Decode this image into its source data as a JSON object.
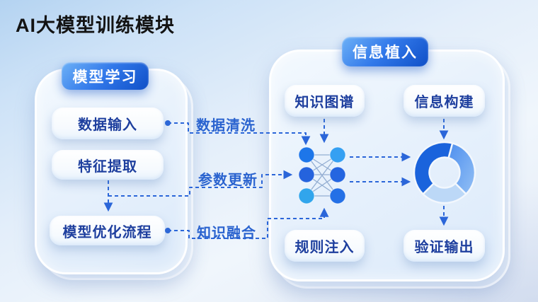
{
  "title": "AI大模型训练模块",
  "left_panel": {
    "header": "模型学习",
    "boxes": [
      "数据输入",
      "特征提取",
      "模型优化流程"
    ]
  },
  "right_panel": {
    "header": "信息植入",
    "top_boxes": [
      "知识图谱",
      "信息构建"
    ],
    "bottom_boxes": [
      "规则注入",
      "验证输出"
    ]
  },
  "flow_labels": [
    "数据清洗",
    "参数更新",
    "知识融合"
  ],
  "colors": {
    "connector": "#2b66d9",
    "label_text": "#2a63cf",
    "box_text": "#1e3f9e",
    "header_gradient_start": "#5aa7f6",
    "header_gradient_end": "#1253cb",
    "nn_link": "#93aed2"
  },
  "neural_network": {
    "left_node_colors": [
      "#1d76e9",
      "#2563dd",
      "#31a5ec"
    ],
    "right_node_colors": [
      "#35a0f2",
      "#2465e0",
      "#2470e6"
    ]
  },
  "chart_data": {
    "type": "pie",
    "variant": "donut",
    "title": "",
    "legend": false,
    "start_angle_deg": 15,
    "segments": [
      {
        "name": "segment-top-right",
        "sweep_deg": 120,
        "share_pct": 33.3,
        "color": "#5b9bf2"
      },
      {
        "name": "segment-bottom",
        "sweep_deg": 90,
        "share_pct": 25.0,
        "color": "#bcd8f7"
      },
      {
        "name": "segment-left",
        "sweep_deg": 150,
        "share_pct": 41.7,
        "color": "#1a63dc"
      }
    ]
  }
}
